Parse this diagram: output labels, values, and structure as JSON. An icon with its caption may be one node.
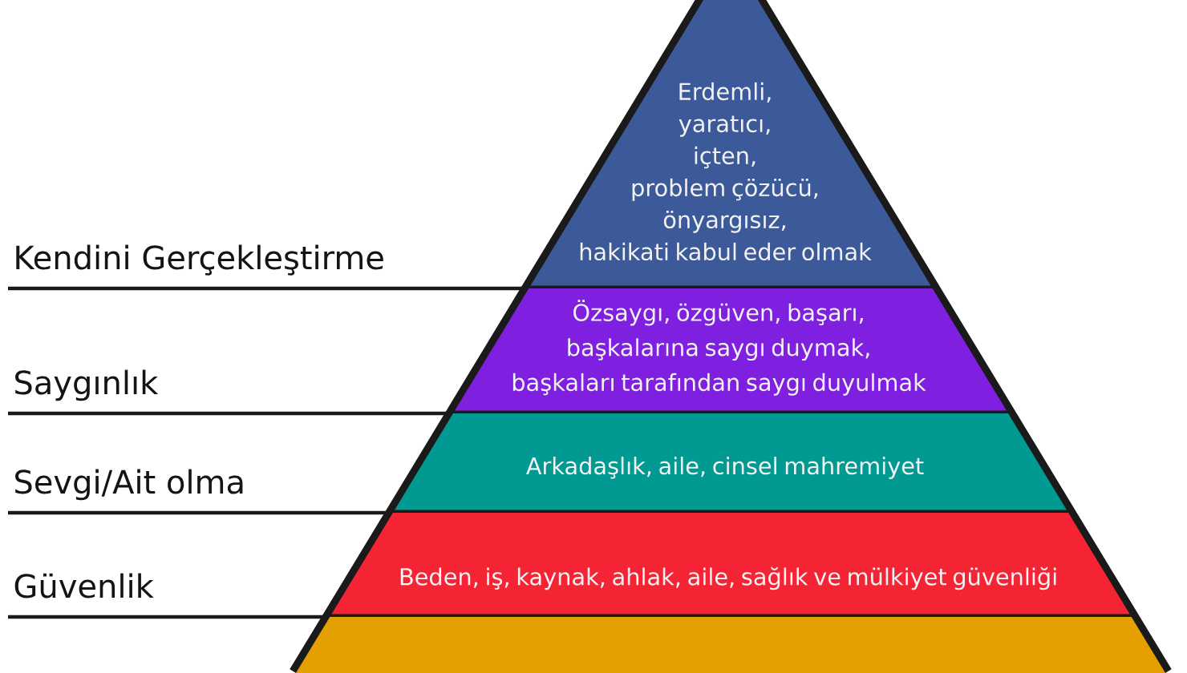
{
  "diagram": {
    "nodes": [
      {
        "text": [
          "Erdemli, yaratıcı, içten, problem çözücü, önyargısız, hakikati kabul eder olmak"
        ]
      },
      {
        "text": [
          "Özsaygı, özgüven, başarı, başkalarına saygı duymak, başkaları tarafından saygı duyulmak"
        ]
      },
      {
        "text": [
          "Arkadaşlık, aile, cinsel mahremiyet"
        ]
      },
      {
        "text": [
          "Beden, iş, kaynak, ahlak, aile, sağlık ve mülkiyet güvenliği"
        ]
      },
      {
        "text": [],
        "shape": "band"
      }
    ],
    "labels": [
      "Kendini Gerçekleştirme",
      "Saygınlık",
      "Sevgi/Ait olma",
      "Güvenlik"
    ]
  }
}
